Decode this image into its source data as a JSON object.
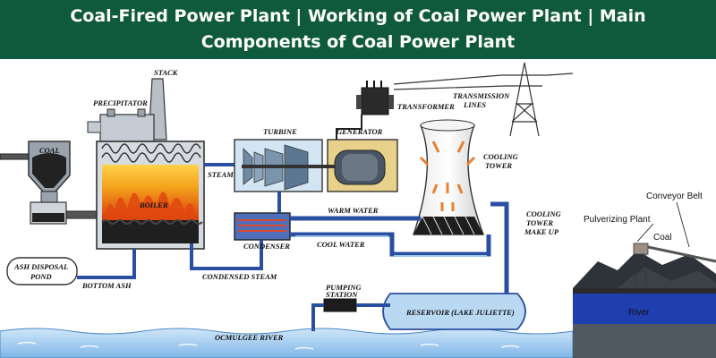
{
  "banner": {
    "line1": "Coal-Fired Power Plant | Working of Coal Power Plant | Main",
    "line2": "Components of Coal Power Plant"
  },
  "labels": {
    "stack": "STACK",
    "precipitator": "PRECIPITATOR",
    "coal": "COAL",
    "boiler": "BOILER",
    "steam": "STEAM",
    "turbine": "TURBINE",
    "generator": "GENERATOR",
    "transformer": "TRANSFORMER",
    "transmission1": "TRANSMISSION",
    "transmission2": "LINES",
    "cooling_tower1": "COOLING",
    "cooling_tower2": "TOWER",
    "warm_water": "WARM WATER",
    "condenser": "CONDENSER",
    "cool_water": "COOL WATER",
    "makeup1": "COOLING",
    "makeup2": "TOWER",
    "makeup3": "MAKE UP",
    "ash1": "ASH DISPOSAL",
    "ash2": "POND",
    "bottom_ash": "BOTTOM ASH",
    "condensed_steam": "CONDENSED STEAM",
    "pumping1": "PUMPING",
    "pumping2": "STATION",
    "reservoir": "RESERVOIR (LAKE JULIETTE)",
    "river": "OCMULGEE RIVER"
  },
  "inset": {
    "conveyor": "Conveyor Belt",
    "pulverizing": "Pulverizing Plant",
    "coal": "Coal",
    "river": "River"
  },
  "colors": {
    "banner": "#0f5a3c",
    "pipe": "#2b4fa0",
    "water": "#7fb6e8",
    "fire": "#f28a1a",
    "coal": "#222222"
  }
}
